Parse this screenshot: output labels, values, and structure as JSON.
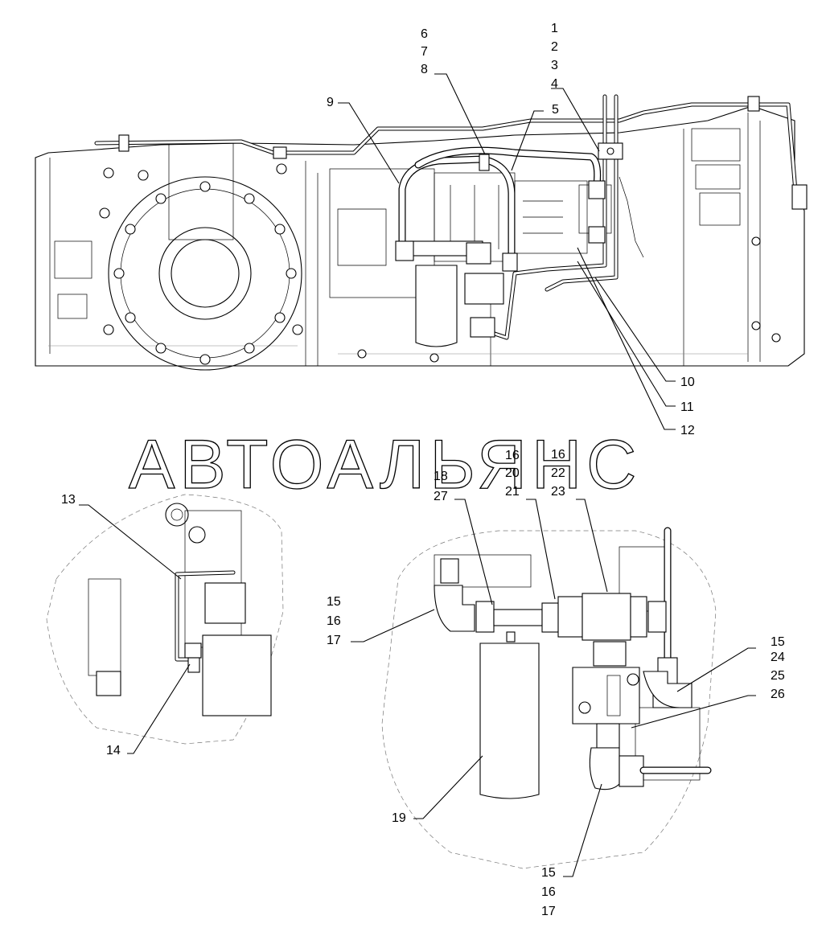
{
  "watermark": "АВТОАЛЬЯНС",
  "callouts": {
    "c6": "6",
    "c7": "7",
    "c8": "8",
    "c1": "1",
    "c2": "2",
    "c3": "3",
    "c4": "4",
    "c5": "5",
    "c9": "9",
    "c10": "10",
    "c11": "11",
    "c12": "12",
    "c13": "13",
    "c14": "14",
    "c15a": "15",
    "c16a": "16",
    "c17a": "17",
    "c16b": "16",
    "c20": "20",
    "c18": "18",
    "c27": "27",
    "c21": "21",
    "c16c": "16",
    "c22": "22",
    "c23": "23",
    "c15b": "15",
    "c24": "24",
    "c25": "25",
    "c26": "26",
    "c19": "19",
    "c15c": "15",
    "c16d": "16",
    "c17b": "17"
  }
}
